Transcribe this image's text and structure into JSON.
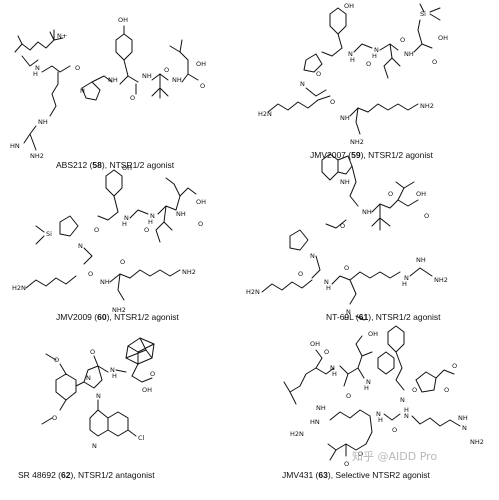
{
  "compounds": [
    {
      "name": "ABS212",
      "num": "58",
      "desc": "NTSR1/2 agonist"
    },
    {
      "name": "JMV2007",
      "num": "59",
      "desc": "NTSR1/2 agonist"
    },
    {
      "name": "JMV2009",
      "num": "60",
      "desc": "NTSR1/2 agonist"
    },
    {
      "name": "NT-69L",
      "num": "61",
      "desc": "NTSR1/2 agonist"
    },
    {
      "name": "SR 48692",
      "num": "62",
      "desc": "NTSR1/2 antagonist"
    },
    {
      "name": "JMV431",
      "num": "63",
      "desc": "Selective NTSR2 agonist"
    }
  ],
  "atoms": {
    "oh": "OH",
    "o": "O",
    "nh": "NH",
    "hn": "HN",
    "n": "N",
    "h": "H",
    "h2n": "H2N",
    "nh2": "NH2",
    "nplus": "N+",
    "si": "Si",
    "cl": "Cl",
    "hnnh2": "HN",
    "me": "/"
  },
  "watermark": "知乎 @AIDD Pro"
}
